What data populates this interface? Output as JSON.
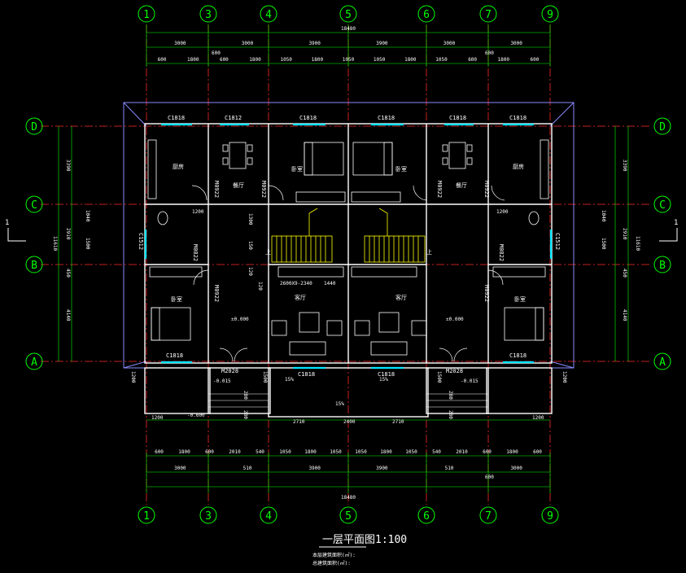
{
  "grid_columns": [
    "1",
    "3",
    "4",
    "5",
    "6",
    "7",
    "9"
  ],
  "grid_rows": [
    "D",
    "C",
    "B",
    "A"
  ],
  "dims": {
    "overall": "18480",
    "top_row1": [
      "3000",
      "3000",
      "3900",
      "3900",
      "3000",
      "3000"
    ],
    "top_row1_mid": [
      "600",
      "600"
    ],
    "top_row2": [
      "600",
      "1800",
      "600",
      "1800",
      "1050",
      "1800",
      "1050",
      "1050",
      "1800",
      "1050",
      "600",
      "1800",
      "600"
    ],
    "bottom_row1": [
      "600",
      "1800",
      "600",
      "2010",
      "540",
      "1050",
      "1800",
      "1050",
      "1050",
      "1800",
      "1050",
      "540",
      "2010",
      "600",
      "1800",
      "600"
    ],
    "bottom_row2": [
      "3000",
      "510",
      "3900",
      "3900",
      "510",
      "3000"
    ],
    "bottom_row2_mid": [
      "600"
    ],
    "left_v1": "3390",
    "left_v2": "2910",
    "left_v3": "450",
    "left_v4": "4140",
    "left_total": "11610",
    "left_inner": [
      "1040",
      "1500"
    ],
    "mid_v": [
      "1300",
      "150",
      "120",
      "120"
    ],
    "front": [
      "2710",
      "2400",
      "2710"
    ],
    "front_side": [
      "1200",
      "1200",
      "1200",
      "1200"
    ],
    "front_small": [
      "280",
      "280",
      "280",
      "280",
      "1500",
      "1500",
      "1200",
      "1200"
    ]
  },
  "windows": [
    "C1818",
    "C1812",
    "C1818",
    "C1818",
    "C1818",
    "C1818",
    "C1818",
    "C1818",
    "C1818",
    "C1818",
    "C1512",
    "C1512"
  ],
  "doors": [
    "M0922",
    "M0922",
    "M0822",
    "M0922",
    "M0922",
    "M0922",
    "M0822",
    "M0922",
    "M2028",
    "M2028"
  ],
  "rooms": {
    "kitchen": "厨房",
    "dining": "餐厅",
    "bedroom": "卧室",
    "living": "客厅",
    "up": "上"
  },
  "elevations": {
    "floor": "±0.000",
    "porch": "-0.015",
    "outside": "-0.600"
  },
  "slope": [
    "15%",
    "15%",
    "15%"
  ],
  "tv_label": "2600X9-2340",
  "tv_label2": "1440",
  "section_mark": "1",
  "title": "一层平面图1:100",
  "notes": [
    "本层建筑面积(㎡):",
    "总建筑面积(㎡):"
  ],
  "colors": {
    "grid": "#00ff00",
    "axis": "#ff2a2a",
    "wall": "#8a8aff",
    "white": "#ffffff",
    "window": "#00e5ff",
    "stair": "#ffff00",
    "dimline": "#00ff00"
  }
}
